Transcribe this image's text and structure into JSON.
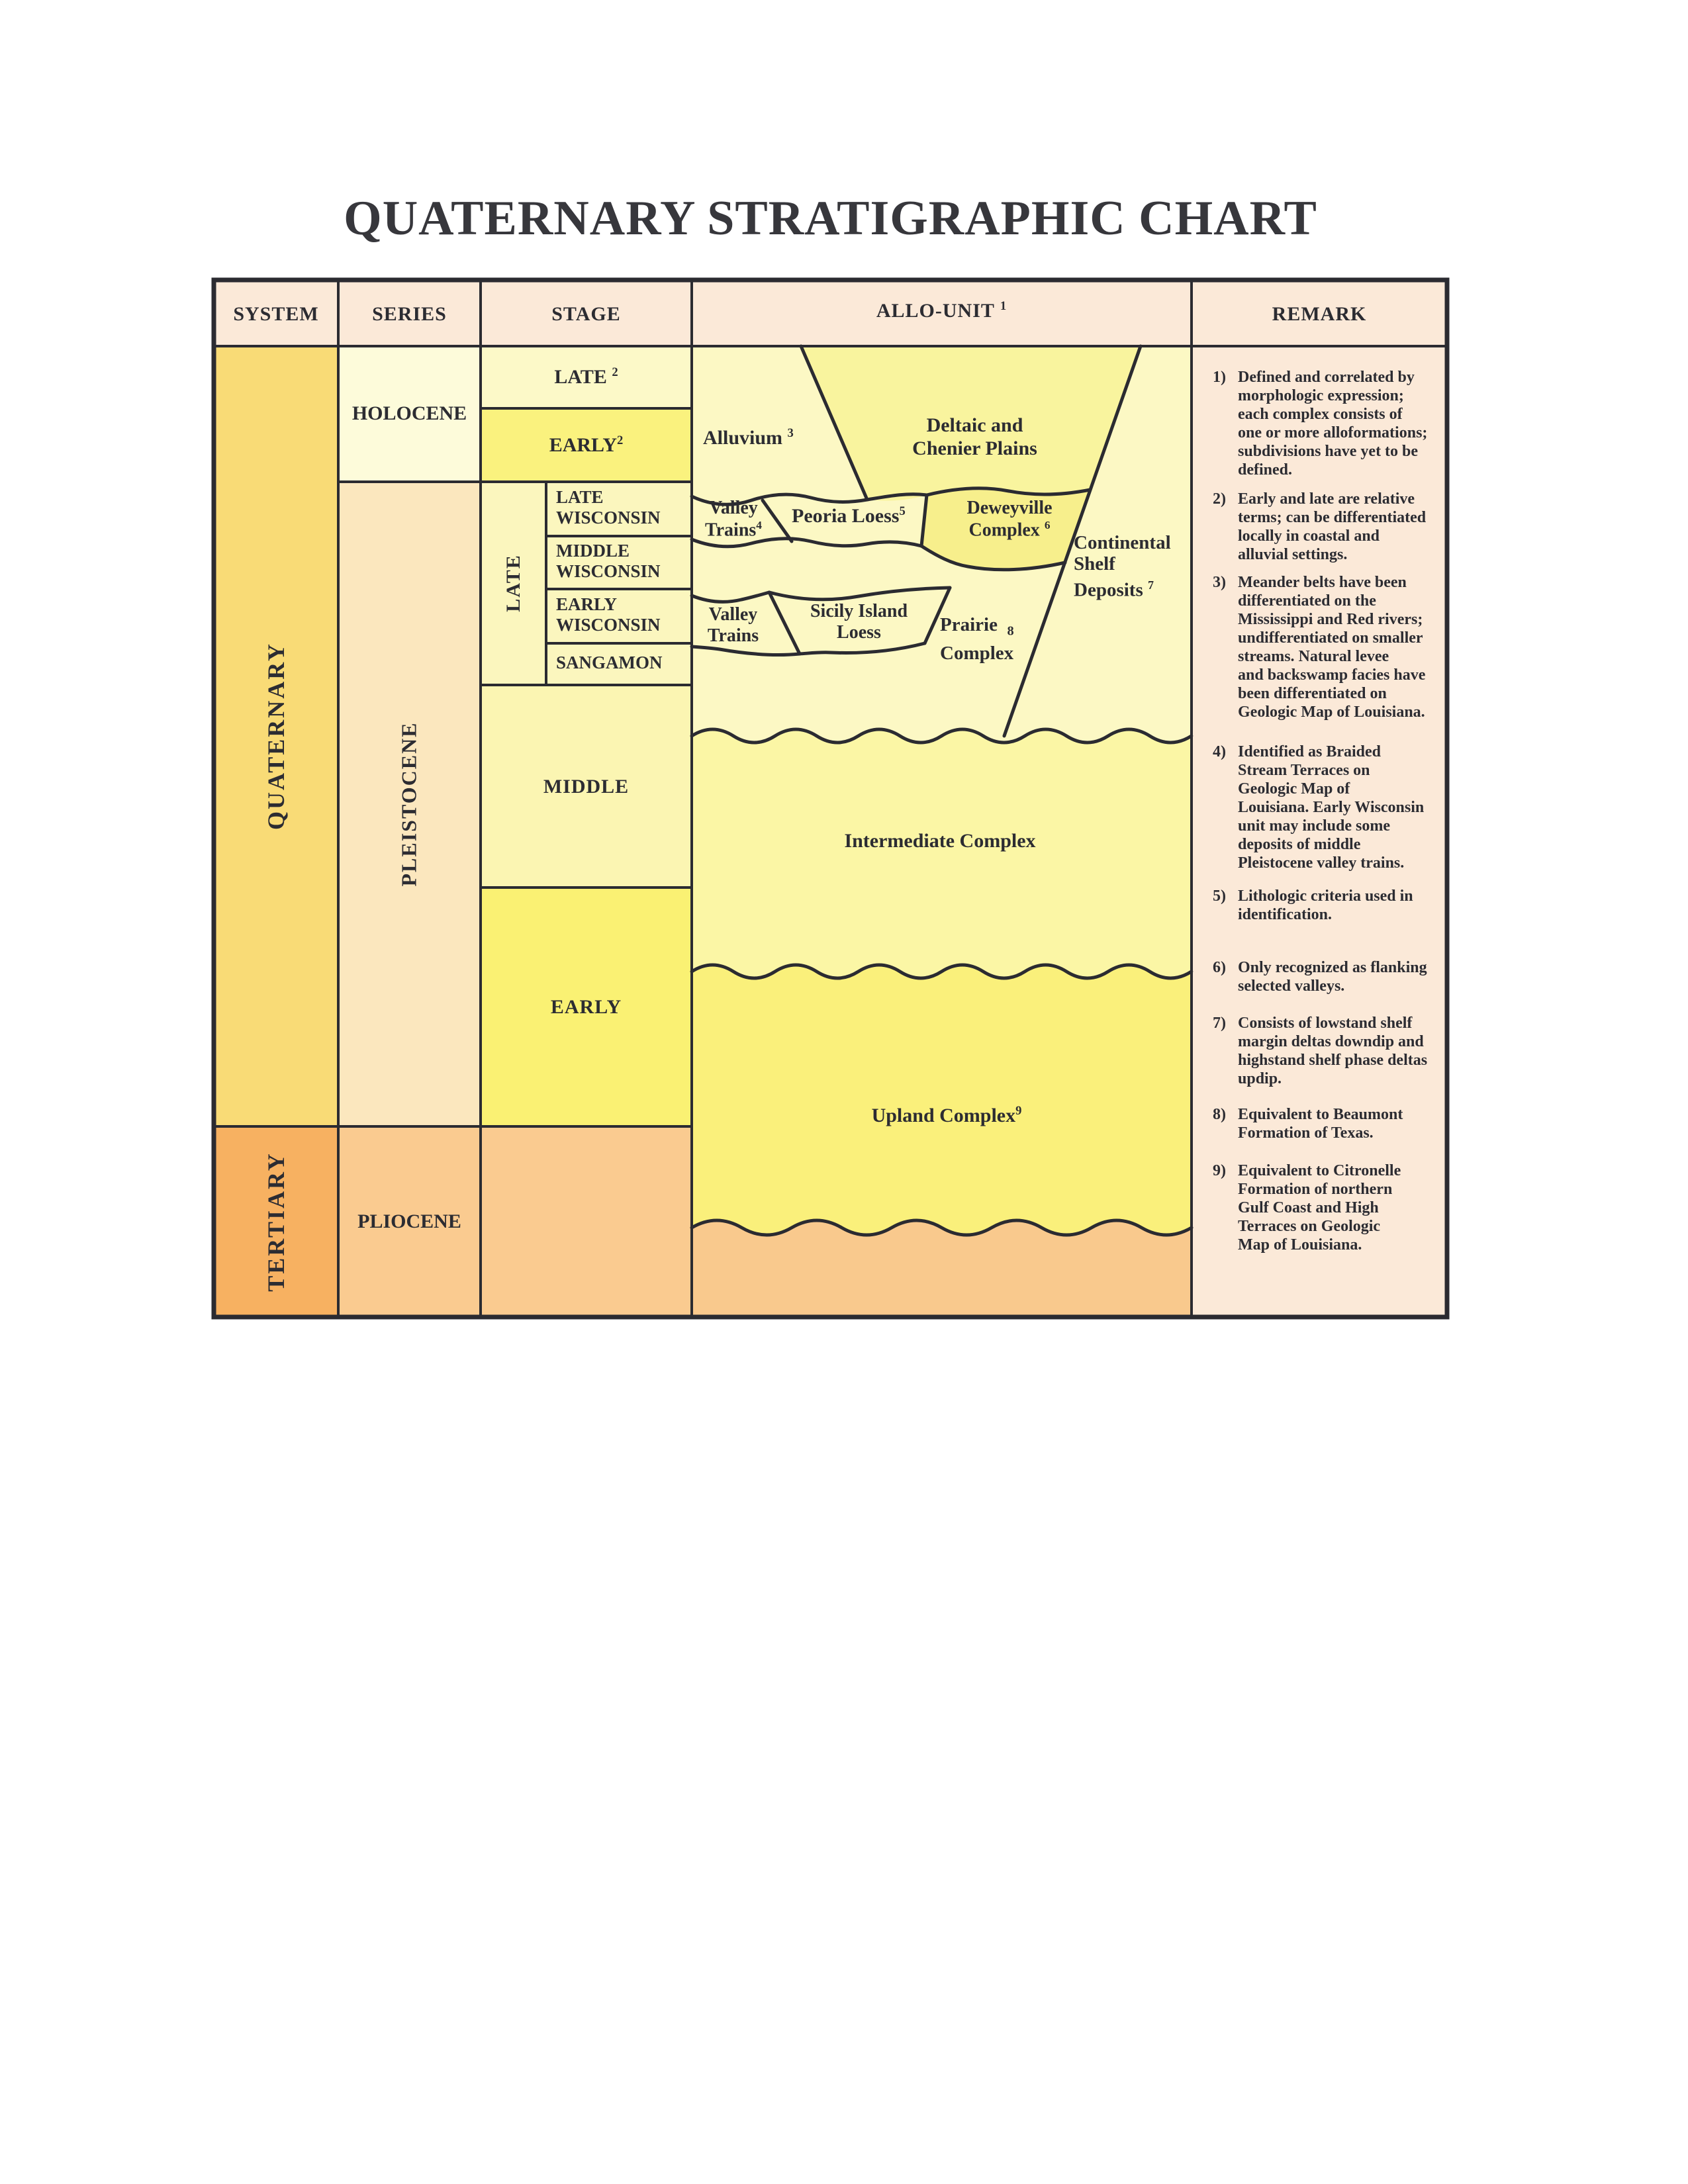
{
  "title": "QUATERNARY STRATIGRAPHIC CHART",
  "header": {
    "system": "SYSTEM",
    "series": "SERIES",
    "stage": "STAGE",
    "allo_unit": "ALLO-UNIT",
    "allo_unit_sup": "1",
    "remark": "REMARK"
  },
  "system": {
    "quaternary": "QUATERNARY",
    "tertiary": "TERTIARY"
  },
  "series": {
    "holocene": "HOLOCENE",
    "pleistocene": "PLEISTOCENE",
    "pliocene": "PLIOCENE"
  },
  "stage": {
    "late_holocene": "LATE",
    "late_holocene_sup": "2",
    "early_holocene": "EARLY",
    "early_holocene_sup": "2",
    "late_group": "LATE",
    "late_wisconsin": "LATE\nWISCONSIN",
    "middle_wisconsin": "MIDDLE\nWISCONSIN",
    "early_wisconsin": "EARLY\nWISCONSIN",
    "sangamon": "SANGAMON",
    "middle": "MIDDLE",
    "early": "EARLY"
  },
  "allo": {
    "alluvium": {
      "label": "Alluvium",
      "sup": "3"
    },
    "deltaic": {
      "line1": "Deltaic and",
      "line2": "Chenier Plains"
    },
    "valley_trains_1": {
      "line1": "Valley",
      "line2": "Trains",
      "sup": "4"
    },
    "peoria": {
      "label": "Peoria Loess",
      "sup": "5"
    },
    "deweyville": {
      "line1": "Deweyville",
      "line2": "Complex",
      "sup": "6"
    },
    "continental": {
      "line1": "Continental",
      "line2": "Shelf",
      "line3": "Deposits",
      "sup": "7"
    },
    "valley_trains_2": {
      "line1": "Valley",
      "line2": "Trains"
    },
    "sicily": {
      "line1": "Sicily Island",
      "line2": "Loess"
    },
    "prairie": {
      "line1": "Prairie",
      "sub": "8",
      "line2": "Complex"
    },
    "intermediate": "Intermediate Complex",
    "upland": {
      "label": "Upland Complex",
      "sup": "9"
    }
  },
  "remarks": [
    {
      "num": "1)",
      "text": "Defined and correlated by\nmorphologic expression;\neach complex consists of\none or more alloformations;\nsubdivisions have yet to be\ndefined."
    },
    {
      "num": "2)",
      "text": "Early and late are relative\nterms; can be differentiated\nlocally in coastal and\nalluvial settings."
    },
    {
      "num": "3)",
      "text": "Meander belts have been\ndifferentiated on the\nMississippi and Red rivers;\nundifferentiated on smaller\nstreams. Natural levee\nand backswamp facies have\nbeen differentiated on\nGeologic Map of Louisiana."
    },
    {
      "num": "4)",
      "text": "Identified as Braided\nStream Terraces on\nGeologic Map of\nLouisiana. Early Wisconsin\nunit may include some\ndeposits of middle\nPleistocene valley trains."
    },
    {
      "num": "5)",
      "text": "Lithologic criteria used in\nidentification."
    },
    {
      "num": "6)",
      "text": "Only recognized as flanking\nselected valleys."
    },
    {
      "num": "7)",
      "text": "Consists of lowstand shelf\nmargin deltas downdip and\nhighstand shelf phase deltas\nupdip."
    },
    {
      "num": "8)",
      "text": "Equivalent to Beaumont\nFormation of Texas."
    },
    {
      "num": "9)",
      "text": "Equivalent to Citronelle\nFormation of northern\nGulf Coast and High\nTerraces on Geologic\nMap of Louisiana."
    }
  ],
  "colors": {
    "line": "#2b2b31",
    "header_and_remark_bg": "#fbe9d8",
    "quaternary": "#f9db76",
    "tertiary": "#f7b161",
    "holocene": "#fdfbda",
    "pleistocene": "#fbe7be",
    "pliocene": "#facb90",
    "late_holocene_cell": "#fcf9c8",
    "early_holocene_cell": "#faf27e",
    "wisconsin_cells": "#fbf6be",
    "middle_cell": "#fbf5b2",
    "early_pleistocene_cell": "#faf173",
    "allo_base": "#fcf8c4",
    "deltaic_region": "#f9f49e",
    "deweyville_region": "#f7ef8c",
    "intermediate_region": "#fbf6a5",
    "upland_region": "#faf07b",
    "allo_orange_region": "#f9c98d"
  }
}
